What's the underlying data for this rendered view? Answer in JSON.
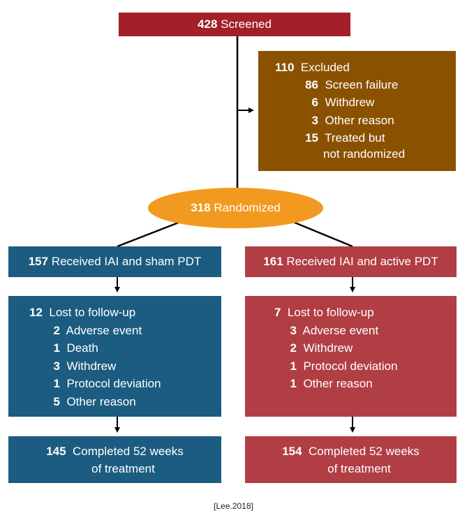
{
  "screened": {
    "count": "428",
    "label": "Screened"
  },
  "excluded": {
    "count": "110",
    "label": "Excluded",
    "reasons": [
      {
        "count": "86",
        "label": "Screen failure"
      },
      {
        "count": "6",
        "label": "Withdrew"
      },
      {
        "count": "3",
        "label": "Other reason"
      },
      {
        "count": "15",
        "label": "Treated but",
        "label2": "not randomized"
      }
    ]
  },
  "randomized": {
    "count": "318",
    "label": "Randomized"
  },
  "left_arm": {
    "received": {
      "count": "157",
      "label": "Received IAI and sham PDT"
    },
    "lost": {
      "count": "12",
      "label": "Lost to follow-up",
      "reasons": [
        {
          "count": "2",
          "label": "Adverse event"
        },
        {
          "count": "1",
          "label": "Death"
        },
        {
          "count": "3",
          "label": "Withdrew"
        },
        {
          "count": "1",
          "label": "Protocol deviation"
        },
        {
          "count": "5",
          "label": "Other reason"
        }
      ]
    },
    "completed": {
      "count": "145",
      "label": "Completed 52 weeks",
      "label2": "of treatment"
    }
  },
  "right_arm": {
    "received": {
      "count": "161",
      "label": "Received IAI and active PDT"
    },
    "lost": {
      "count": "7",
      "label": "Lost to follow-up",
      "reasons": [
        {
          "count": "3",
          "label": "Adverse event"
        },
        {
          "count": "2",
          "label": "Withdrew"
        },
        {
          "count": "1",
          "label": "Protocol deviation"
        },
        {
          "count": "1",
          "label": "Other reason"
        }
      ]
    },
    "completed": {
      "count": "154",
      "label": "Completed 52 weeks",
      "label2": "of treatment"
    }
  },
  "citation": "[Lee.2018]",
  "colors": {
    "screened": "#a31f2a",
    "excluded": "#8a5200",
    "randomized": "#f29a1f",
    "left_arm": "#1c5c80",
    "right_arm": "#b03e44"
  }
}
